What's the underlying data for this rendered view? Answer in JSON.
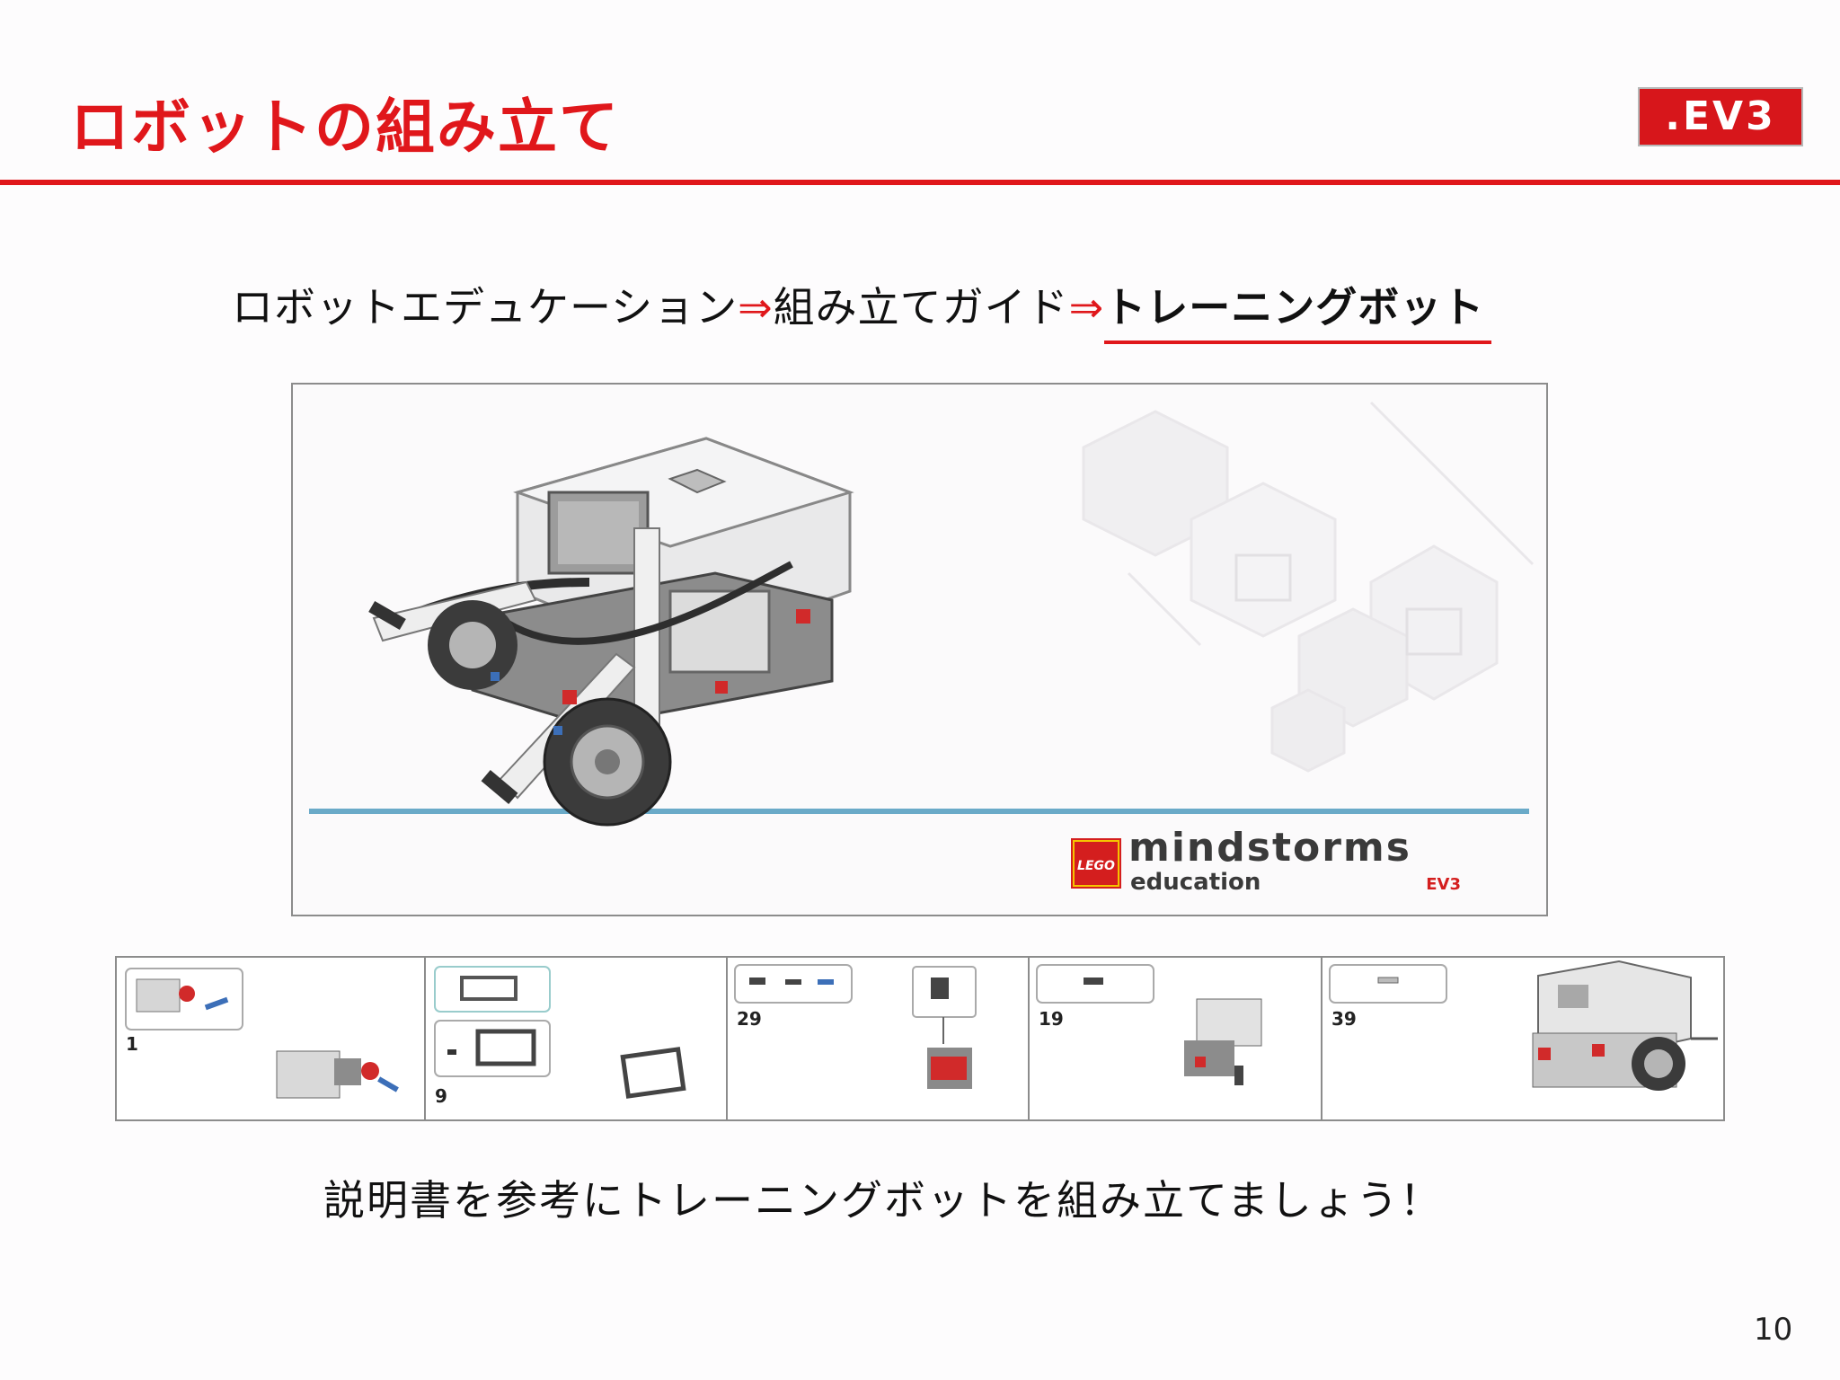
{
  "header": {
    "title": "ロボットの組み立て",
    "logo_text": ".EV3",
    "accent_color": "#e0171b"
  },
  "breadcrumb": {
    "item1": "ロボットエデュケーション",
    "sep1": "⇒",
    "item2": "組み立てガイド",
    "sep2": "⇒",
    "item3": "トレーニングボット"
  },
  "cover": {
    "brand_lego": "LEGO",
    "brand_main": "mindstorms",
    "brand_sub": "education",
    "brand_model": "EV3"
  },
  "steps": [
    {
      "number": "1"
    },
    {
      "number": "9"
    },
    {
      "number": "29"
    },
    {
      "number": "19"
    },
    {
      "number": "39"
    }
  ],
  "caption": "説明書を参考にトレーニングボットを組み立てましょう！",
  "page_number": "10"
}
